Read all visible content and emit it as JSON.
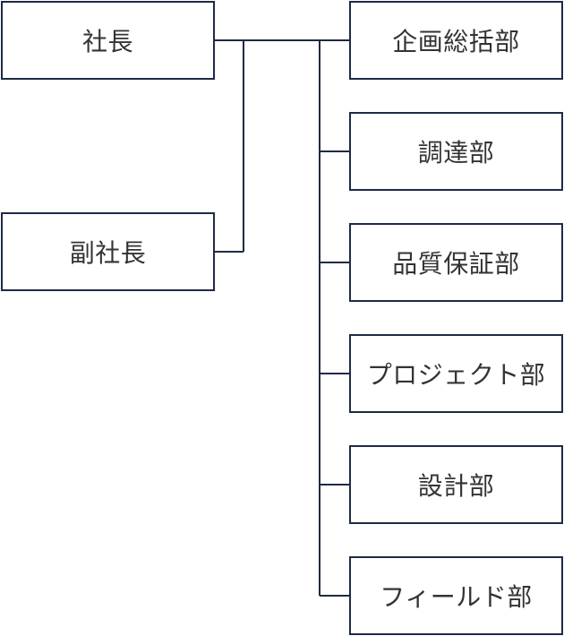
{
  "org_chart": {
    "executives": {
      "president": "社長",
      "vice_president": "副社長"
    },
    "departments": [
      "企画総括部",
      "調達部",
      "品質保証部",
      "プロジェクト部",
      "設計部",
      "フィールド部"
    ]
  }
}
